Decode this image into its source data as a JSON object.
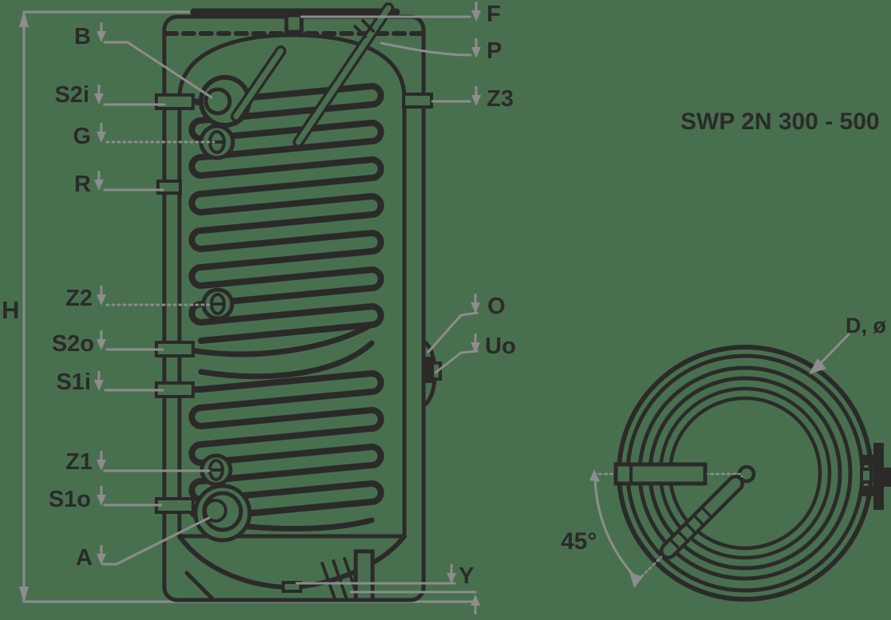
{
  "title": "SWP 2N 300 - 500",
  "colors": {
    "background": "#48704F",
    "line": "#2B2A29",
    "dimension": "#8D8D8D"
  },
  "front_view": {
    "dimension_height": "H",
    "ports_left": [
      "B",
      "S2i",
      "G",
      "R",
      "Z2",
      "S2o",
      "S1i",
      "Z1",
      "S1o",
      "A"
    ],
    "ports_right": [
      "F",
      "P",
      "Z3",
      "O",
      "Uo",
      "Y"
    ]
  },
  "labels": {
    "h": "H",
    "b": "B",
    "s2i": "S2i",
    "g": "G",
    "r": "R",
    "z2": "Z2",
    "s2o": "S2o",
    "s1i": "S1i",
    "z1": "Z1",
    "s1o": "S1o",
    "a": "A",
    "f": "F",
    "p": "P",
    "z3": "Z3",
    "o": "O",
    "uo": "Uo",
    "y": "Y"
  },
  "top_view": {
    "diameter": "D, ø",
    "angle": "45°"
  }
}
